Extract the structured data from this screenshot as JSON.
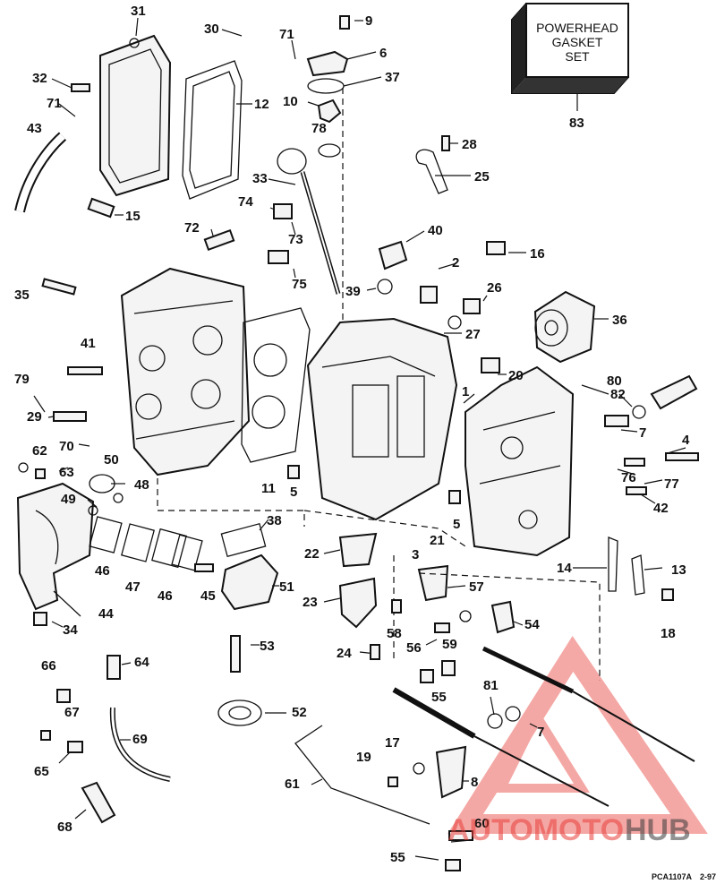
{
  "kit_box": {
    "line1": "POWERHEAD",
    "line2": "GASKET",
    "line3": "SET"
  },
  "callouts": {
    "c1": "1",
    "c2": "2",
    "c3": "3",
    "c4": "4",
    "c5a": "5",
    "c5b": "5",
    "c6": "6",
    "c7a": "7",
    "c7b": "7",
    "c8": "8",
    "c9": "9",
    "c10": "10",
    "c11": "11",
    "c12": "12",
    "c13": "13",
    "c14": "14",
    "c15": "15",
    "c16": "16",
    "c17": "17",
    "c18": "18",
    "c19": "19",
    "c20": "20",
    "c21": "21",
    "c22": "22",
    "c23": "23",
    "c24": "24",
    "c25": "25",
    "c26": "26",
    "c27": "27",
    "c28": "28",
    "c29": "29",
    "c30": "30",
    "c31": "31",
    "c32": "32",
    "c33": "33",
    "c34": "34",
    "c35": "35",
    "c36": "36",
    "c37": "37",
    "c38": "38",
    "c39": "39",
    "c40": "40",
    "c41": "41",
    "c42": "42",
    "c43": "43",
    "c44": "44",
    "c45": "45",
    "c46a": "46",
    "c46b": "46",
    "c47": "47",
    "c48": "48",
    "c49": "49",
    "c50": "50",
    "c51": "51",
    "c52": "52",
    "c53": "53",
    "c54": "54",
    "c55a": "55",
    "c55b": "55",
    "c56": "56",
    "c57": "57",
    "c58": "58",
    "c59": "59",
    "c60": "60",
    "c61": "61",
    "c62": "62",
    "c63": "63",
    "c64": "64",
    "c65": "65",
    "c66": "66",
    "c67": "67",
    "c68": "68",
    "c69": "69",
    "c70": "70",
    "c71a": "71",
    "c71b": "71",
    "c72": "72",
    "c73": "73",
    "c74": "74",
    "c75": "75",
    "c76": "76",
    "c77": "77",
    "c78": "78",
    "c79": "79",
    "c80": "80",
    "c81": "81",
    "c82": "82",
    "c83": "83"
  },
  "figure_code": "PCA1107A",
  "figure_date": "2-97",
  "watermark": {
    "part1": "AUTOMOTO",
    "part2": "HUB"
  },
  "colors": {
    "ink": "#111111",
    "watermark_red": "#e8403a",
    "watermark_dark": "#3a3a3a"
  }
}
